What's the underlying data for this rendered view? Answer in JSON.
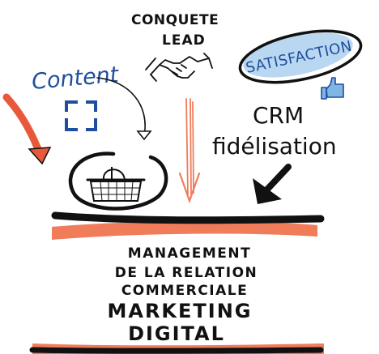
{
  "labels": {
    "conquete": "CONQUETE",
    "lead": "LEAD",
    "satisfaction": "SATISFACTION",
    "content": "Content",
    "crm": "CRM",
    "fidelisation": "fidélisation",
    "footer_line1": "MANAGEMENT",
    "footer_line2": "DE LA RELATION",
    "footer_line3": "COMMERCIALE",
    "footer_line4": "MARKETING",
    "footer_line5": "DIGITAL"
  },
  "icons": {
    "handshake": "handshake-icon",
    "thumbs_up": "thumbs-up-icon",
    "content_frame": "focus-frame-icon",
    "basket": "shopping-basket-icon"
  },
  "colors": {
    "ink": "#111111",
    "blue": "#1f4e9e",
    "orange": "#f07c5a",
    "orange_dark": "#e8583a",
    "sky": "#7fb6e6"
  }
}
